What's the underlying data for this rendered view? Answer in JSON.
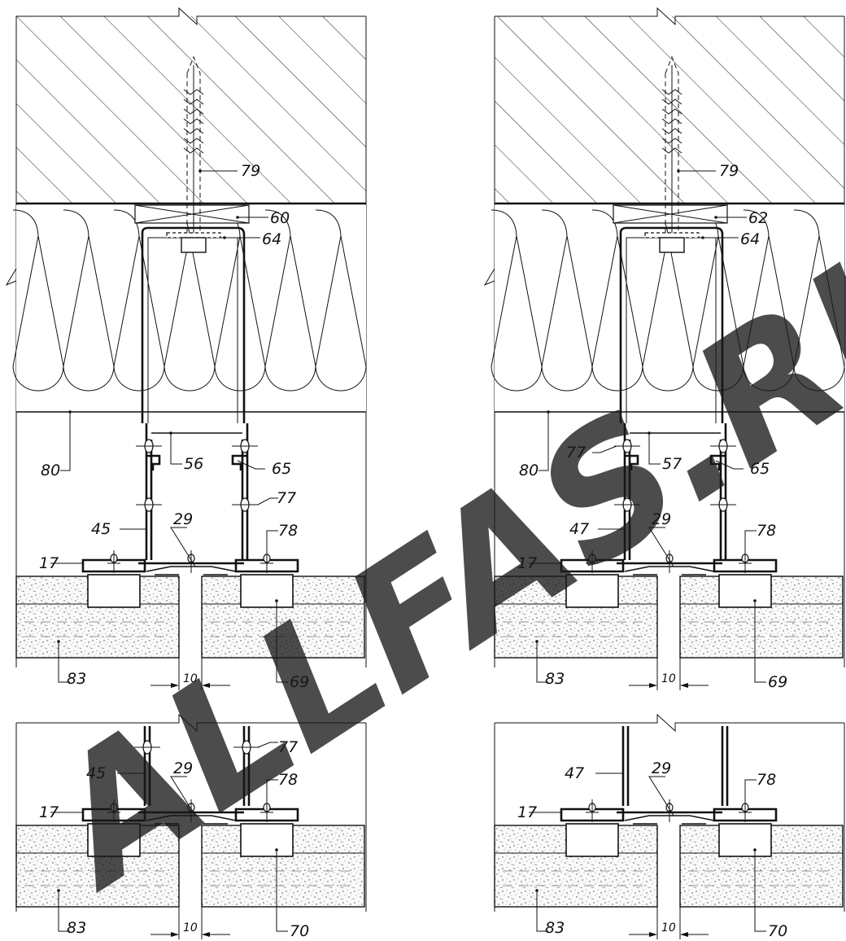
{
  "watermark": "ALLFAS.RU",
  "panels": [
    {
      "id": "top-left",
      "labels": {
        "anchor": "79",
        "bracket": "60",
        "washer": "64",
        "insulation": "80",
        "profile_top": "56",
        "clip": "65",
        "rivet": "77",
        "profile_side": "45",
        "connector": "29",
        "screw": "78",
        "frame": "17",
        "block": "69",
        "stone": "83"
      },
      "gap": "10"
    },
    {
      "id": "top-right",
      "labels": {
        "anchor": "79",
        "bracket": "62",
        "washer": "64",
        "insulation": "80",
        "rivet": "77",
        "profile_top": "57",
        "clip": "65",
        "profile_side": "47",
        "connector": "29",
        "screw": "78",
        "frame": "17",
        "block": "69",
        "stone": "83"
      },
      "gap": "10"
    },
    {
      "id": "bottom-left",
      "labels": {
        "profile_side": "45",
        "connector": "29",
        "rivet": "77",
        "screw": "78",
        "frame": "17",
        "stone": "83",
        "block": "70"
      },
      "gap": "10"
    },
    {
      "id": "bottom-right",
      "labels": {
        "profile_side": "47",
        "connector": "29",
        "screw": "78",
        "frame": "17",
        "stone": "83",
        "block": "70"
      },
      "gap": "10"
    }
  ]
}
